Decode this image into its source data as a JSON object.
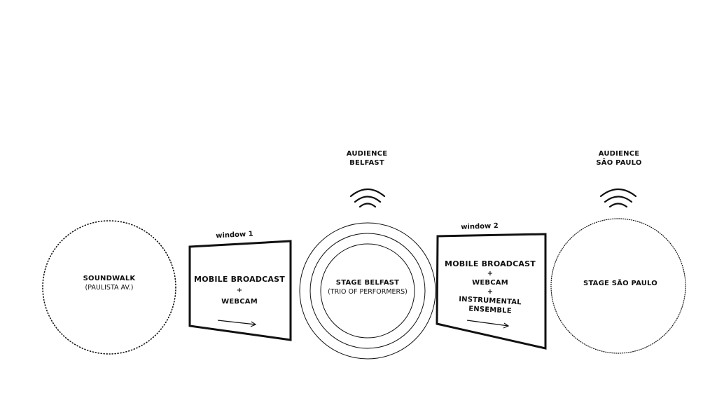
{
  "soundwalk": {
    "title": "SOUNDWALK",
    "subtitle": "(PAULISTA AV.)"
  },
  "window1": {
    "label": "window 1",
    "line1": "MOBILE BROADCAST",
    "plus1": "+",
    "line2": "WEBCAM"
  },
  "audience_belfast": {
    "line1": "AUDIENCE",
    "line2": "BELFAST"
  },
  "stage_belfast": {
    "title": "STAGE BELFAST",
    "subtitle": "(TRIO OF PERFORMERS)"
  },
  "window2": {
    "label": "window 2",
    "line1": "MOBILE BROADCAST",
    "plus1": "+",
    "line2": "WEBCAM",
    "plus2": "+",
    "line3": "INSTRUMENTAL",
    "line4": "ENSEMBLE"
  },
  "audience_sao_paulo": {
    "line1": "AUDIENCE",
    "line2": "SÃO PAULO"
  },
  "stage_sao_paulo": {
    "title": "STAGE SÃO PAULO"
  }
}
